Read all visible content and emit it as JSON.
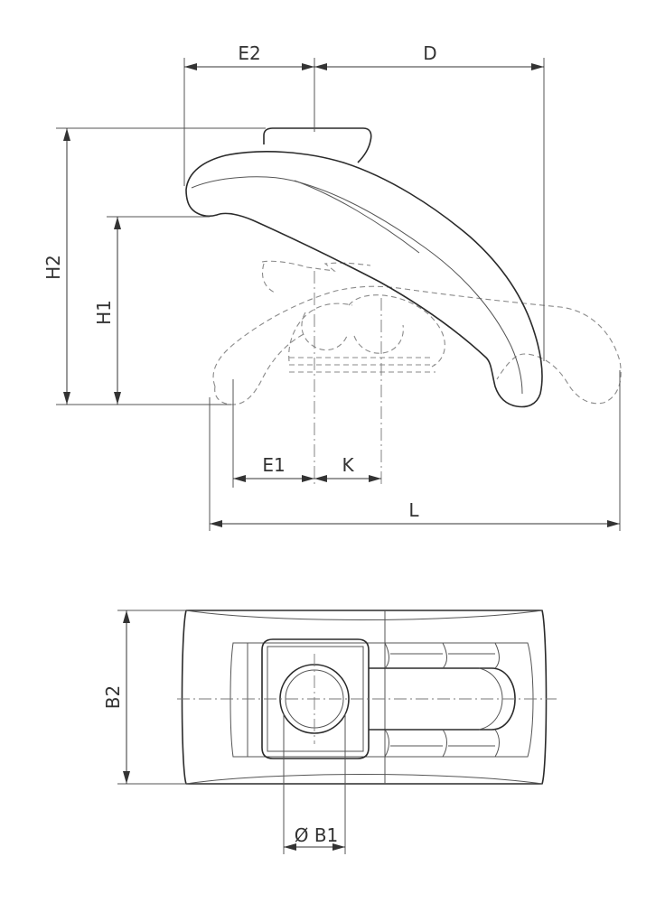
{
  "labels": {
    "e2": "E2",
    "d": "D",
    "h2": "H2",
    "h1": "H1",
    "e1": "E1",
    "k": "K",
    "l": "L",
    "b2": "B2",
    "b1": "Ø B1"
  }
}
